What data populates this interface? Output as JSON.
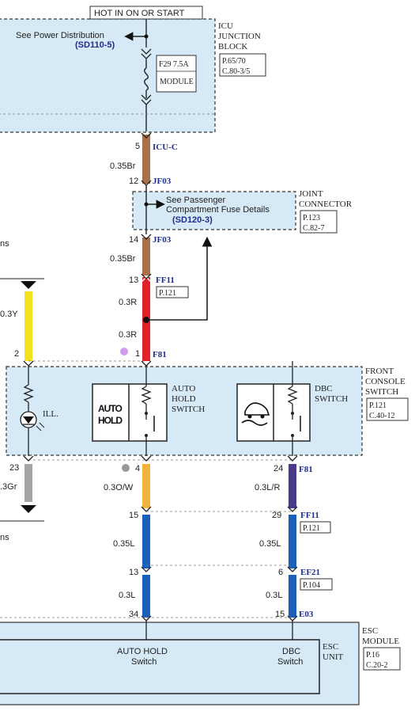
{
  "top_label": "HOT IN ON OR START",
  "icu": {
    "see_power": "See Power Distribution",
    "sd_ref": "(SD110-5)",
    "fuse": "F29 7.5A",
    "fuse_sub": "MODULE",
    "name_1": "ICU",
    "name_2": "JUNCTION",
    "name_3": "BLOCK",
    "ref_p": "P.65/70",
    "ref_c": "C.80-3/5"
  },
  "joint": {
    "see_1": "See Passenger",
    "see_2": "Compartment Fuse Details",
    "sd_ref": "(SD120-3)",
    "name_1": "JOINT",
    "name_2": "CONNECTOR",
    "ref_p": "P.123",
    "ref_c": "C.82-7"
  },
  "front_console": {
    "name_1": "FRONT",
    "name_2": "CONSOLE",
    "name_3": "SWITCH",
    "ref_p": "P.121",
    "ref_c": "C.40-12",
    "ill": "ILL.",
    "auto_hold_icon_1": "AUTO",
    "auto_hold_icon_2": "HOLD",
    "auto_hold_1": "AUTO",
    "auto_hold_2": "HOLD",
    "auto_hold_3": "SWITCH",
    "dbc_1": "DBC",
    "dbc_2": "SWITCH"
  },
  "esc": {
    "auto_1": "AUTO HOLD",
    "auto_2": "Switch",
    "dbc_1": "DBC",
    "dbc_2": "Switch",
    "unit_1": "ESC",
    "unit_2": "UNIT",
    "name_1": "ESC",
    "name_2": "MODULE",
    "ref_p": "P.16",
    "ref_c": "C.20-2"
  },
  "left_edge": {
    "ns_1": "ns",
    "wire_y": "0.3Y",
    "pin_2": "2",
    "pin_23": "23",
    "wire_gr": ".3Gr",
    "ns_2": "ns"
  },
  "main_wire": {
    "pin_5": "5",
    "icu_c": "ICU-C",
    "w1": "0.35Br",
    "pin_12": "12",
    "jf03_a": "JF03",
    "pin_14": "14",
    "jf03_b": "JF03",
    "w2": "0.35Br",
    "pin_13": "13",
    "ff11": "FF11",
    "ff11_ref": "P.121",
    "w3": "0.3R",
    "w4": "0.3R",
    "pin_1": "1",
    "f81": "F81"
  },
  "auto_wire": {
    "pin_4": "4",
    "w1": "0.3O/W",
    "pin_15": "15",
    "w2": "0.35L",
    "pin_13": "13",
    "w3": "0.3L",
    "pin_34": "34"
  },
  "dbc_wire": {
    "pin_24": "24",
    "f81": "F81",
    "w1": "0.3L/R",
    "pin_29": "29",
    "ff11": "FF11",
    "ff11_ref": "P.121",
    "w2": "0.35L",
    "pin_6": "6",
    "ef21": "EF21",
    "ef21_ref": "P.104",
    "w3": "0.3L",
    "pin_15": "15",
    "e03": "E03"
  },
  "colors": {
    "box_fill": "#d5e9f6",
    "brown": "#a8714a",
    "red": "#e0232b",
    "orange": "#f2b33d",
    "purple": "#4a3a8c",
    "blue": "#1a5fb8",
    "yellow": "#f4e21c",
    "gray": "#a5a5a5",
    "label_blue": "#1e2f8a"
  }
}
